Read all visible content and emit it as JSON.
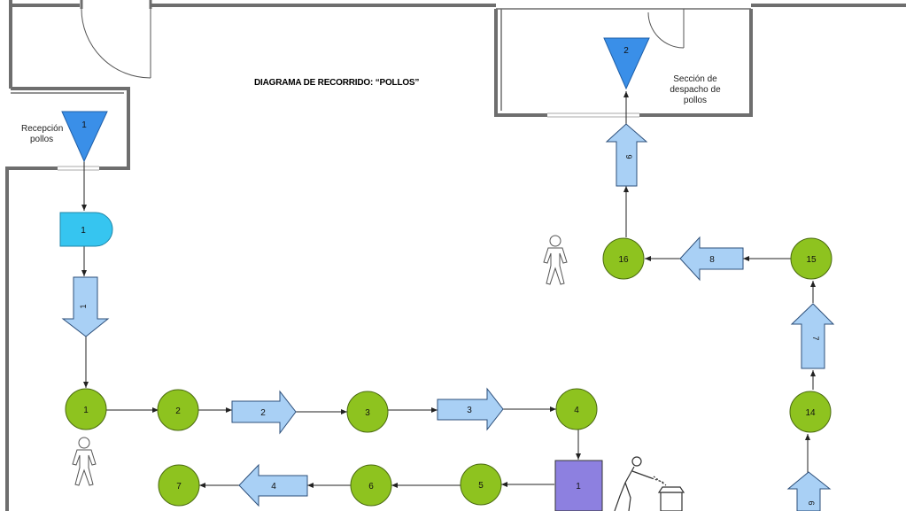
{
  "title": "DIAGRAMA DE RECORRIDO: “POLLOS”",
  "areas": {
    "reception": "Recepción pollos",
    "dispatch": "Sección de despacho de pollos"
  },
  "storage": {
    "reception": "1",
    "dispatch": "2"
  },
  "delay": "1",
  "inspection": "1",
  "operations": [
    "1",
    "2",
    "3",
    "4",
    "5",
    "6",
    "7",
    "14",
    "15",
    "16"
  ],
  "transports": [
    "1",
    "2",
    "3",
    "4",
    "6",
    "7",
    "8",
    "9"
  ],
  "colors": {
    "operation": "#8ec31f",
    "transport": "#a9d0f5",
    "storage": "#3a8fe8",
    "delay": "#36c5f0",
    "inspection": "#8d80e0",
    "wall": "#6e6e6e"
  },
  "icons": [
    "person-icon",
    "worker-trash-icon"
  ]
}
